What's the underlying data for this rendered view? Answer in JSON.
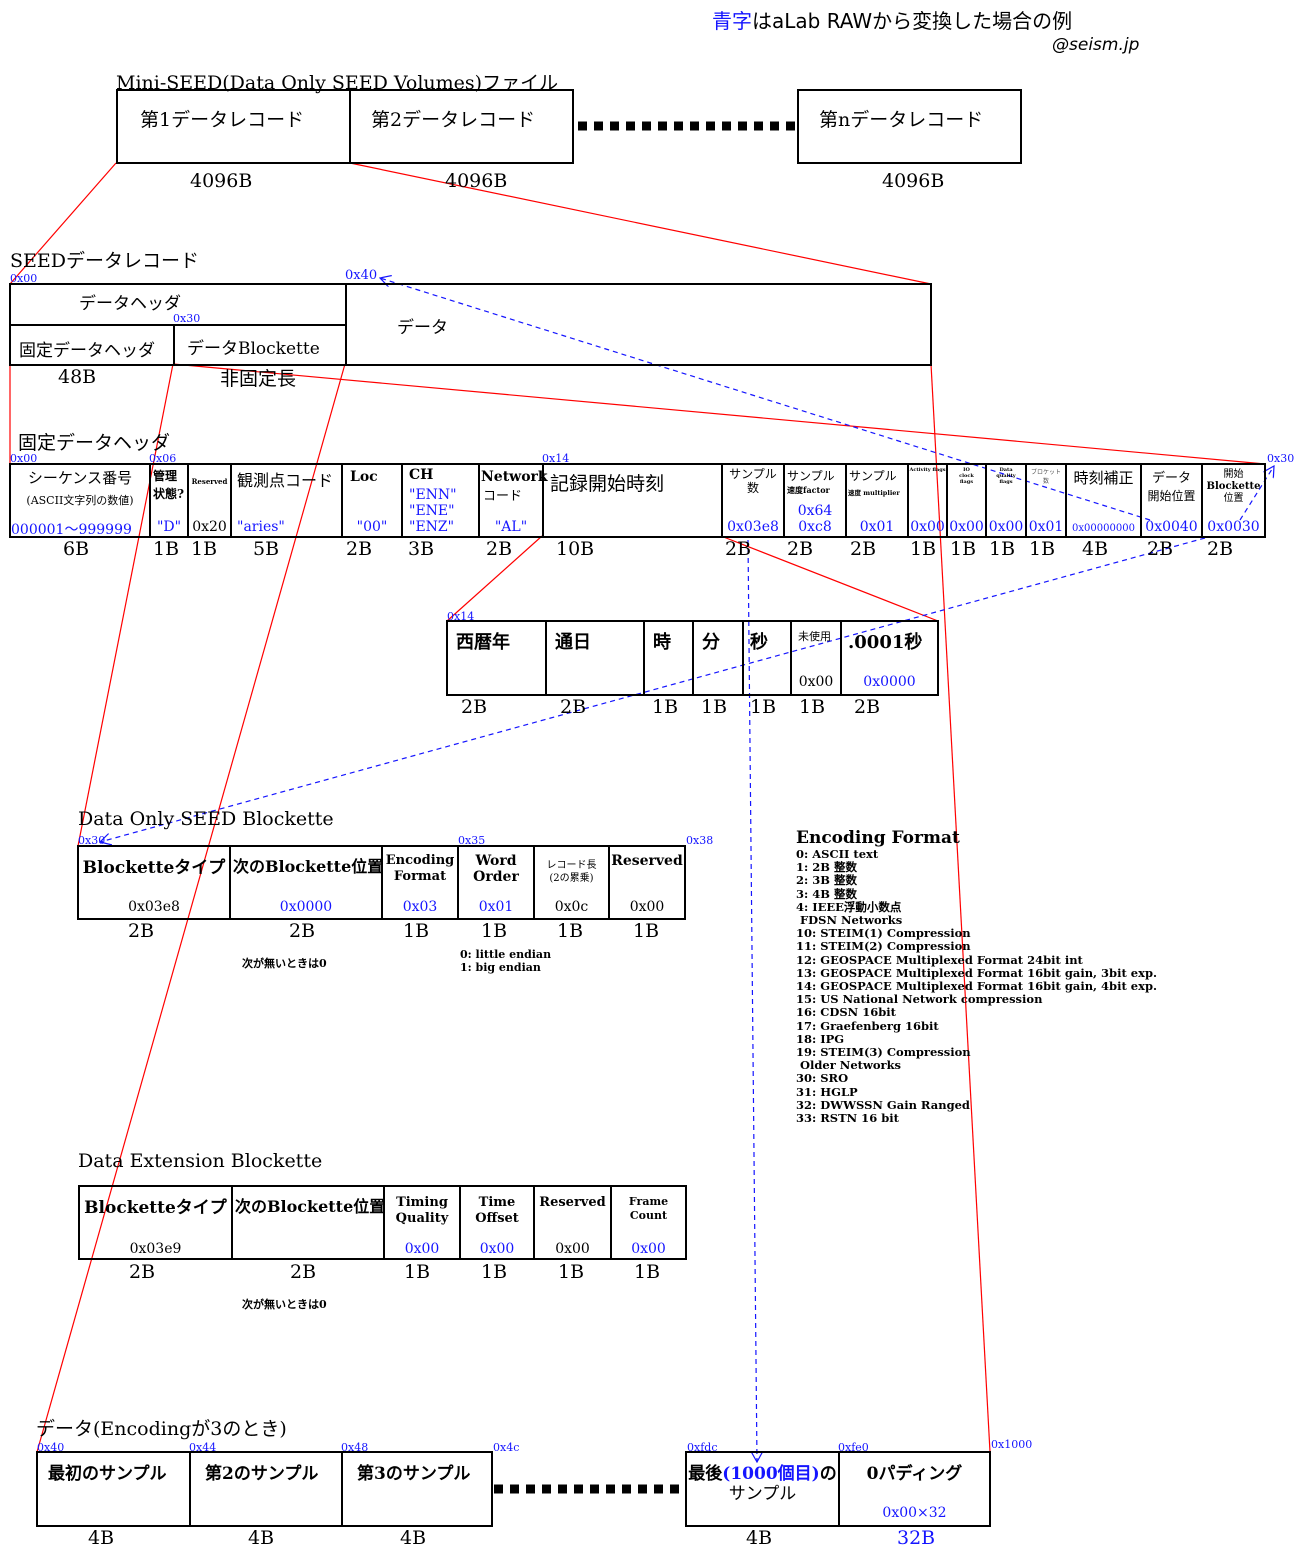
{
  "note": {
    "blue_part": "青字",
    "rest": "はaLab RAWから変換した場合の例",
    "author": "@seism.jp"
  },
  "file": {
    "title": "Mini-SEED(Data Only SEED Volumes)ファイル",
    "records": [
      "第1データレコード",
      "第2データレコード",
      "第nデータレコード"
    ],
    "sizes": [
      "4096B",
      "4096B",
      "4096B"
    ]
  },
  "record": {
    "title": "SEEDデータレコード",
    "off_start": "0x00",
    "off_blockette": "0x30",
    "off_data": "0x40",
    "data_header": "データヘッダ",
    "fixed_header": "固定データヘッダ",
    "blockette": "データBlockette",
    "data": "データ",
    "size_fixed": "48B",
    "size_variable": "非固定長"
  },
  "fixed": {
    "title": "固定データヘッダ",
    "off_00": "0x00",
    "off_06": "0x06",
    "off_14": "0x14",
    "off_30": "0x30",
    "fields": [
      {
        "name": "シーケンス番号",
        "sub": "(ASCII文字列の数値)",
        "value": "000001～999999",
        "size": "6B"
      },
      {
        "name": "管理状態?",
        "value": "\"D\"",
        "size": "1B"
      },
      {
        "name": "Reserved",
        "value": "0x20",
        "size": "1B"
      },
      {
        "name": "観測点コード",
        "value": "\"aries\"",
        "size": "5B"
      },
      {
        "name": "Loc",
        "value": "\"00\"",
        "size": "2B"
      },
      {
        "name": "CH",
        "values": [
          "\"ENN\"",
          "\"ENE\"",
          "\"ENZ\""
        ],
        "size": "3B"
      },
      {
        "name": "Network",
        "name2": "コード",
        "value": "\"AL\"",
        "size": "2B"
      },
      {
        "name": "記録開始時刻",
        "size": "10B"
      },
      {
        "name": "サンプル",
        "name2": "数",
        "value": "0x03e8",
        "size": "2B"
      },
      {
        "name": "サンプル",
        "name2": "速度factor",
        "values": [
          "0x64",
          "0xc8"
        ],
        "size": "2B"
      },
      {
        "name": "サンプル",
        "name2": "速度 multiplier",
        "value": "0x01",
        "size": "2B"
      },
      {
        "name": "Activity flags",
        "value": "0x00",
        "size": "1B"
      },
      {
        "name": "IO clock flags",
        "value": "0x00",
        "size": "1B"
      },
      {
        "name": "Data quality flags",
        "value": "0x00",
        "size": "1B"
      },
      {
        "name": "ブロケット数",
        "value": "0x01",
        "size": "1B"
      },
      {
        "name": "時刻補正",
        "value": "0x00000000",
        "size": "4B"
      },
      {
        "name": "データ",
        "name2": "開始位置",
        "value": "0x0040",
        "size": "2B"
      },
      {
        "name": "開始",
        "name2": "Blockette",
        "name3": "位置",
        "value": "0x0030",
        "size": "2B"
      }
    ]
  },
  "time": {
    "off": "0x14",
    "fields": [
      {
        "name": "西暦年",
        "size": "2B"
      },
      {
        "name": "通日",
        "size": "2B"
      },
      {
        "name": "時",
        "size": "1B"
      },
      {
        "name": "分",
        "size": "1B"
      },
      {
        "name": "秒",
        "size": "1B"
      },
      {
        "name": "未使用",
        "value": "0x00",
        "size": "1B"
      },
      {
        "name": ".0001秒",
        "value": "0x0000",
        "size": "2B"
      }
    ]
  },
  "dos": {
    "title": "Data Only SEED Blockette",
    "off_30": "0x30",
    "off_35": "0x35",
    "off_38": "0x38",
    "fields": [
      {
        "name": "Blocketteタイプ",
        "value": "0x03e8",
        "size": "2B"
      },
      {
        "name": "次のBlockette位置",
        "value": "0x0000",
        "size": "2B"
      },
      {
        "name": "Encoding",
        "name2": "Format",
        "value": "0x03",
        "size": "1B"
      },
      {
        "name": "Word",
        "name2": "Order",
        "value": "0x01",
        "size": "1B"
      },
      {
        "name": "レコード長",
        "name2": "(2の累乗)",
        "value": "0x0c",
        "size": "1B"
      },
      {
        "name": "Reserved",
        "value": "0x00",
        "size": "1B"
      }
    ],
    "note_next": "次が無いときは0",
    "note_order": [
      "0: little endian",
      "1: big endian"
    ]
  },
  "encoding": {
    "title": "Encoding Format",
    "items": [
      "0: ASCII text",
      "1: 2B 整数",
      "2: 3B 整数",
      "3: 4B 整数",
      "4: IEEE浮動小数点",
      " FDSN Networks",
      "10: STEIM(1) Compression",
      "11: STEIM(2) Compression",
      "12: GEOSPACE Multiplexed Format 24bit int",
      "13: GEOSPACE Multiplexed Format 16bit gain, 3bit exp.",
      "14: GEOSPACE Multiplexed Format 16bit gain, 4bit exp.",
      "15: US National Network compression",
      "16: CDSN 16bit",
      "17: Graefenberg 16bit",
      "18: IPG",
      "19: STEIM(3) Compression",
      " Older Networks",
      "30: SRO",
      "31: HGLP",
      "32: DWWSSN Gain Ranged",
      "33: RSTN 16 bit"
    ]
  },
  "ext": {
    "title": "Data Extension Blockette",
    "fields": [
      {
        "name": "Blocketteタイプ",
        "value": "0x03e9",
        "size": "2B"
      },
      {
        "name": "次のBlockette位置",
        "size": "2B"
      },
      {
        "name": "Timing",
        "name2": "Quality",
        "value": "0x00",
        "size": "1B"
      },
      {
        "name": "Time",
        "name2": "Offset",
        "value": "0x00",
        "size": "1B"
      },
      {
        "name": "Reserved",
        "value": "0x00",
        "size": "1B"
      },
      {
        "name": "Frame",
        "name2": "Count",
        "value": "0x00",
        "size": "1B"
      }
    ],
    "note_next": "次が無いときは0"
  },
  "data": {
    "title": "データ(Encodingが3のとき)",
    "offsets": [
      "0x40",
      "0x44",
      "0x48",
      "0x4c",
      "0xfdc",
      "0xfe0",
      "0x1000"
    ],
    "cells": [
      "最初のサンプル",
      "第2のサンプル",
      "第3のサンプル"
    ],
    "last_a": "最後",
    "last_b": "(1000個目)",
    "last_c": "の",
    "last_d": "サンプル",
    "pad": "0パディング",
    "pad_value": "0x00×32",
    "sizes": [
      "4B",
      "4B",
      "4B",
      "4B",
      "32B"
    ]
  },
  "colors": {
    "value": "#1515ff",
    "link": "#ff0000",
    "pointer": "#1515ff"
  }
}
